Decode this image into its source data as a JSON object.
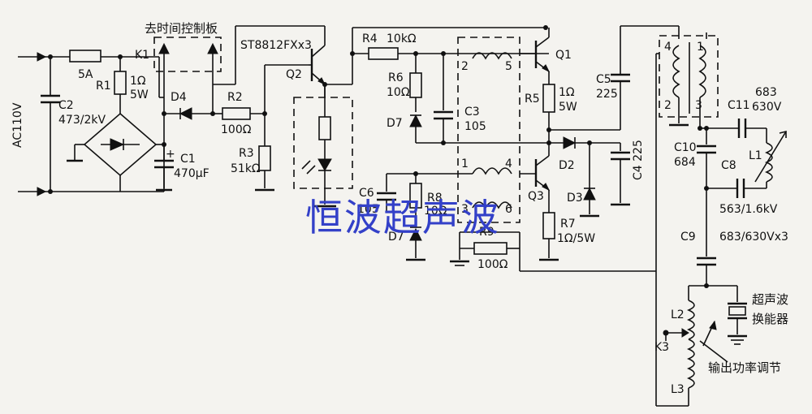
{
  "watermark": "恒波超声波",
  "input": {
    "label": "AC110V"
  },
  "fuse": {
    "value": "5A"
  },
  "k1": {
    "label": "K1",
    "note": "去时间控制板"
  },
  "r1": {
    "name": "R1",
    "value": "1Ω",
    "power": "5W"
  },
  "c2": {
    "name": "C2",
    "value": "473/2kV"
  },
  "d4": {
    "name": "D4"
  },
  "c1": {
    "name": "C1",
    "value": "470μF"
  },
  "r2": {
    "name": "R2",
    "value": "100Ω"
  },
  "r3": {
    "name": "R3",
    "value": "51kΩ"
  },
  "q2": {
    "name": "Q2",
    "part": "ST8812FXx3"
  },
  "r4": {
    "name": "R4",
    "value": "10kΩ"
  },
  "r6": {
    "name": "R6",
    "value": "10Ω"
  },
  "d7a": {
    "name": "D7"
  },
  "c3": {
    "name": "C3",
    "value": "105"
  },
  "t1": {
    "pin_tl": "2",
    "pin_tr": "5",
    "pin_bl": "1",
    "pin_br": "4",
    "pin_3": "3",
    "pin_6": "6"
  },
  "q1": {
    "name": "Q1"
  },
  "r5": {
    "name": "R5",
    "value": "1Ω",
    "power": "5W"
  },
  "c5": {
    "name": "C5",
    "value": "225"
  },
  "d2": {
    "name": "D2"
  },
  "c4": {
    "name": "C4",
    "value": "225"
  },
  "d3": {
    "name": "D3"
  },
  "q3": {
    "name": "Q3"
  },
  "c6": {
    "name": "C6",
    "value": "105"
  },
  "r8": {
    "name": "R8",
    "value": "10Ω"
  },
  "d7b": {
    "name": "D7"
  },
  "r9": {
    "name": "R9",
    "value": "100Ω"
  },
  "r7": {
    "name": "R7",
    "value": "1Ω/5W"
  },
  "t2": {
    "pin_4": "4",
    "pin_1": "1",
    "pin_2": "2",
    "pin_3": "3"
  },
  "c11": {
    "name": "C11",
    "value": "683",
    "voltage": "630V"
  },
  "c10": {
    "name": "C10",
    "value": "684"
  },
  "l1": {
    "name": "L1"
  },
  "c8": {
    "name": "C8",
    "value": "563/1.6kV"
  },
  "c9": {
    "name": "C9",
    "value": "683/630Vx3"
  },
  "transducer": {
    "label1": "超声波",
    "label2": "换能器"
  },
  "l2": {
    "name": "L2"
  },
  "l3": {
    "name": "L3"
  },
  "k3": {
    "name": "K3"
  },
  "power_adjust": {
    "label": "输出功率调节"
  }
}
